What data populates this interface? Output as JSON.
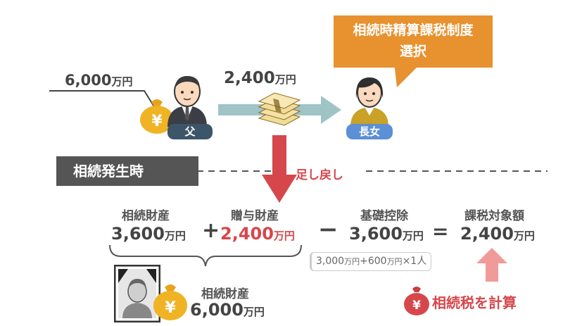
{
  "top": {
    "father_asset": {
      "amount": "6,000",
      "unit": "万円"
    },
    "gift": {
      "amount": "2,400",
      "unit": "万円"
    },
    "father_tag": "父",
    "daughter_tag": "長女",
    "callout": {
      "line1": "相続時精算課税制度",
      "line2": "選択"
    }
  },
  "divider": {
    "banner": "相続発生時",
    "addback": "足し戻し"
  },
  "calc": {
    "inheritance": {
      "label": "相続財産",
      "amount": "3,600",
      "unit": "万円"
    },
    "plus": "+",
    "gift": {
      "label": "贈与財産",
      "amount": "2,400",
      "unit": "万円"
    },
    "minus": "−",
    "deduction": {
      "label": "基礎控除",
      "amount": "3,600",
      "unit": "万円"
    },
    "equals": "=",
    "taxable": {
      "label": "課税対象額",
      "amount": "2,400",
      "unit": "万円"
    },
    "formula": {
      "p1": "3,000",
      "u1": "万円",
      "plus": "+",
      "p2": "600",
      "u2": "万円",
      "tail": "×1人"
    }
  },
  "bottom": {
    "estate": {
      "label": "相続財産",
      "amount": "6,000",
      "unit": "万円"
    },
    "compute": "相続税を計算"
  },
  "colors": {
    "orange": "#e8912f",
    "red": "#d6474b",
    "teal_arrow": "#9fc4c6",
    "dark_band": "#555555",
    "pink_arrow": "#f19a9a",
    "blue_tag": "#5b8fd6",
    "navy_tag": "#3d5568"
  },
  "icons": [
    "money-bag-icon",
    "father-icon",
    "daughter-icon",
    "cash-stack-icon",
    "memorial-portrait-icon",
    "yen-bag-icon"
  ]
}
